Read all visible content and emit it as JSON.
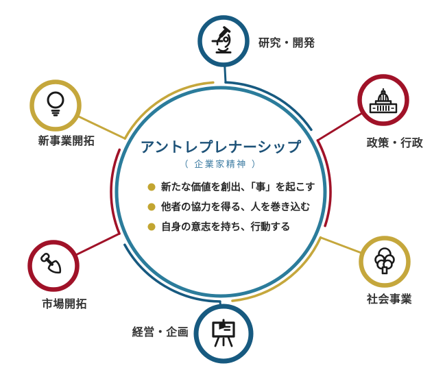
{
  "diagram": {
    "center": {
      "title": "アントレプレナーシップ",
      "subtitle": "（ 企業家精神 ）",
      "bullets": [
        "新たな価値を創出、「事」を起こす",
        "他者の協力を得る、人を巻き込む",
        "自身の意志を持ち、行動する"
      ]
    },
    "nodes": [
      {
        "id": "research",
        "label": "研究・開発",
        "icon": "microscope-icon",
        "color": "#175a80"
      },
      {
        "id": "policy",
        "label": "政策・行政",
        "icon": "capitol-icon",
        "color": "#a01228"
      },
      {
        "id": "social",
        "label": "社会事業",
        "icon": "tree-icon",
        "color": "#c5a73c"
      },
      {
        "id": "management",
        "label": "経営・企画",
        "icon": "presentation-icon",
        "color": "#175a80"
      },
      {
        "id": "market",
        "label": "市場開拓",
        "icon": "shovel-icon",
        "color": "#a01228"
      },
      {
        "id": "new_business",
        "label": "新事業開拓",
        "icon": "lightbulb-icon",
        "color": "#c5a73c"
      }
    ],
    "colors": {
      "background": "#ffffff",
      "teal_ring": "#2b7c9b",
      "navy": "#175a80",
      "red": "#a01228",
      "yellow": "#c5a73c",
      "icon_stroke": "#1a1a1a",
      "title": "#1d5278",
      "subtitle": "#3c7ba2",
      "bullet_dot": "#c2a531",
      "body_text": "#262626",
      "label_text": "#333333"
    }
  }
}
